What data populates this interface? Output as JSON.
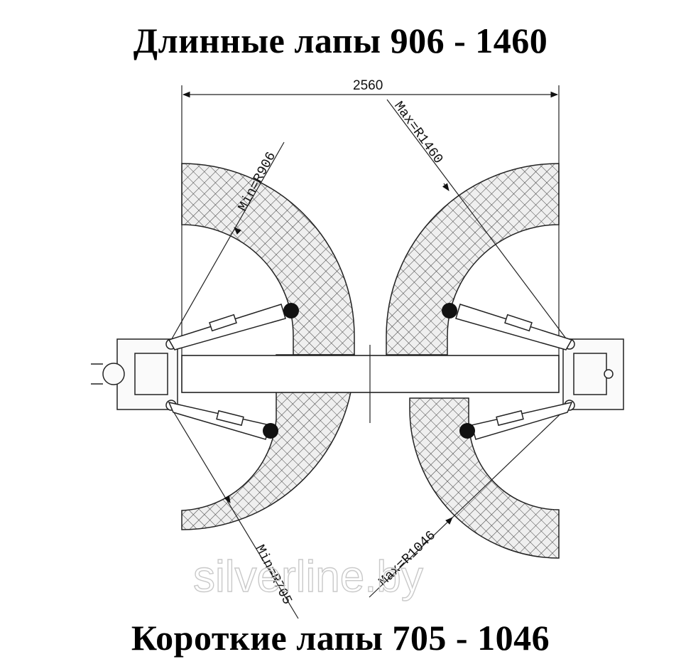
{
  "titles": {
    "long_arms": "Длинные лапы 906 - 1460",
    "short_arms": "Короткие лапы 705 - 1046"
  },
  "dimensions": {
    "width": "2560",
    "max_long": "Max=R1460",
    "min_long": "Min=R906",
    "max_short": "Max=R1046",
    "min_short": "Min=R705"
  },
  "watermark": "silverline.by",
  "colors": {
    "zone_fill": "#efefef",
    "zone_hatch": "#444444",
    "line": "#222222"
  }
}
